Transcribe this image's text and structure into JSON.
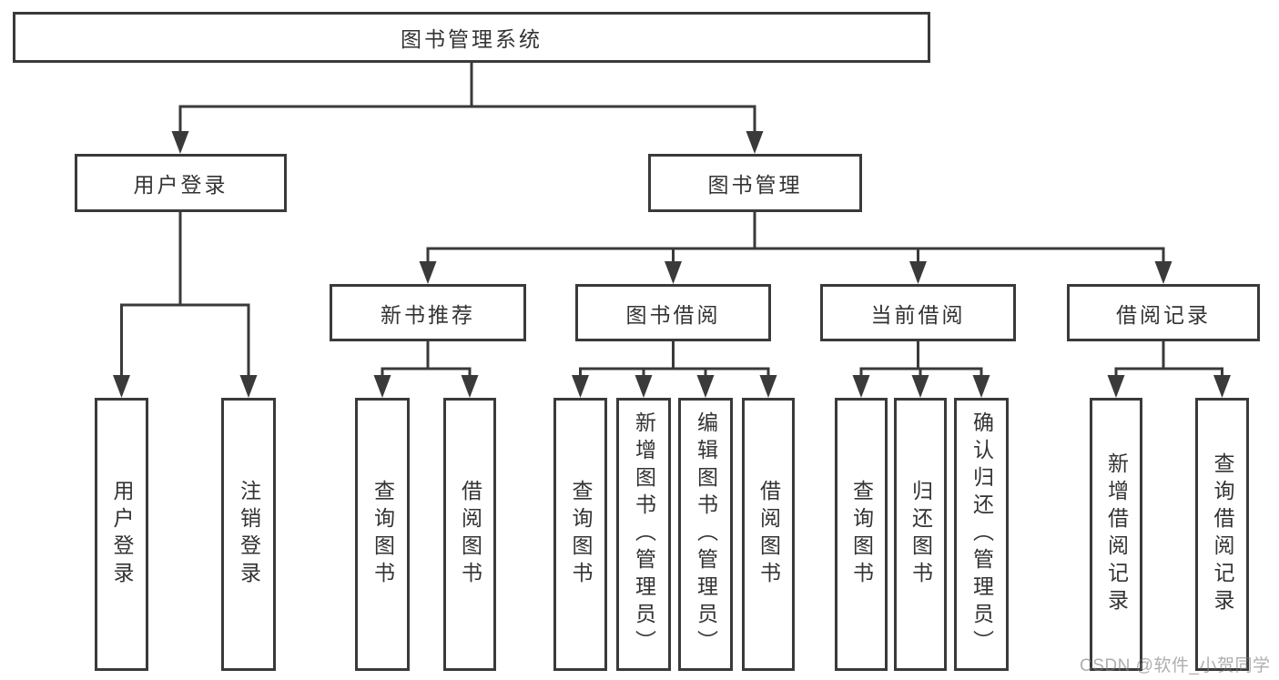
{
  "diagram_title": "图书管理系统",
  "tree": {
    "root": {
      "label": "图书管理系统",
      "children": [
        {
          "label": "用户登录",
          "children": [
            {
              "label": "用户登录"
            },
            {
              "label": "注销登录"
            }
          ]
        },
        {
          "label": "图书管理",
          "children": [
            {
              "label": "新书推荐",
              "children": [
                {
                  "label": "查询图书"
                },
                {
                  "label": "借阅图书"
                }
              ]
            },
            {
              "label": "图书借阅",
              "children": [
                {
                  "label": "查询图书"
                },
                {
                  "label": "新增图书（管理员）"
                },
                {
                  "label": "编辑图书（管理员）"
                },
                {
                  "label": "借阅图书"
                }
              ]
            },
            {
              "label": "当前借阅",
              "children": [
                {
                  "label": "查询图书"
                },
                {
                  "label": "归还图书"
                },
                {
                  "label": "确认归还（管理员）"
                }
              ]
            },
            {
              "label": "借阅记录",
              "children": [
                {
                  "label": "新增借阅记录"
                },
                {
                  "label": "查询借阅记录"
                }
              ]
            }
          ]
        }
      ]
    }
  },
  "watermark": {
    "text": "CSDN @软件_小贺同学"
  },
  "colors": {
    "line": "#3a3a3a",
    "box_border": "#3a3a3a",
    "box_background": "#ffffff",
    "text": "#333333",
    "watermark": "#7d7d7d"
  }
}
